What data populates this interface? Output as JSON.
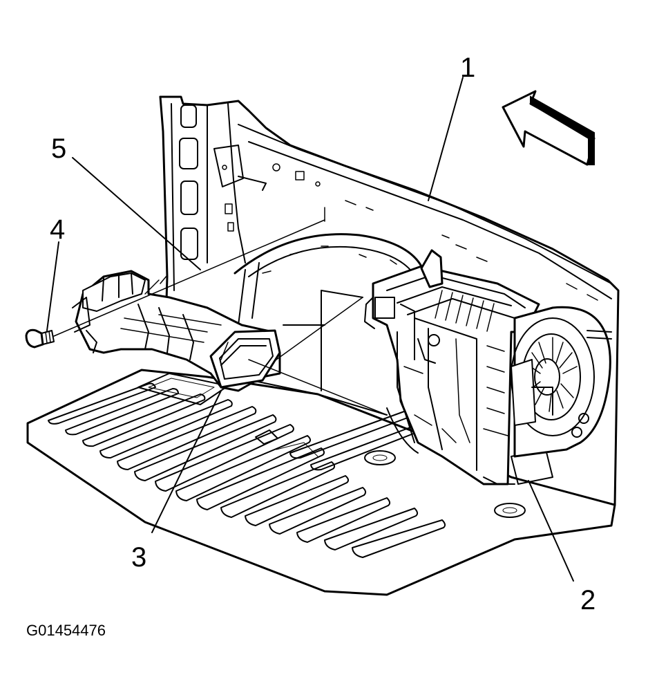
{
  "callouts": [
    {
      "id": "1",
      "label": "1"
    },
    {
      "id": "2",
      "label": "2"
    },
    {
      "id": "3",
      "label": "3"
    },
    {
      "id": "4",
      "label": "4"
    },
    {
      "id": "5",
      "label": "5"
    }
  ],
  "figure_code": "G01454476",
  "colors": {
    "ink": "#000000",
    "paper": "#ffffff"
  },
  "icons": {
    "direction_arrow": "front-direction-arrow-icon"
  }
}
